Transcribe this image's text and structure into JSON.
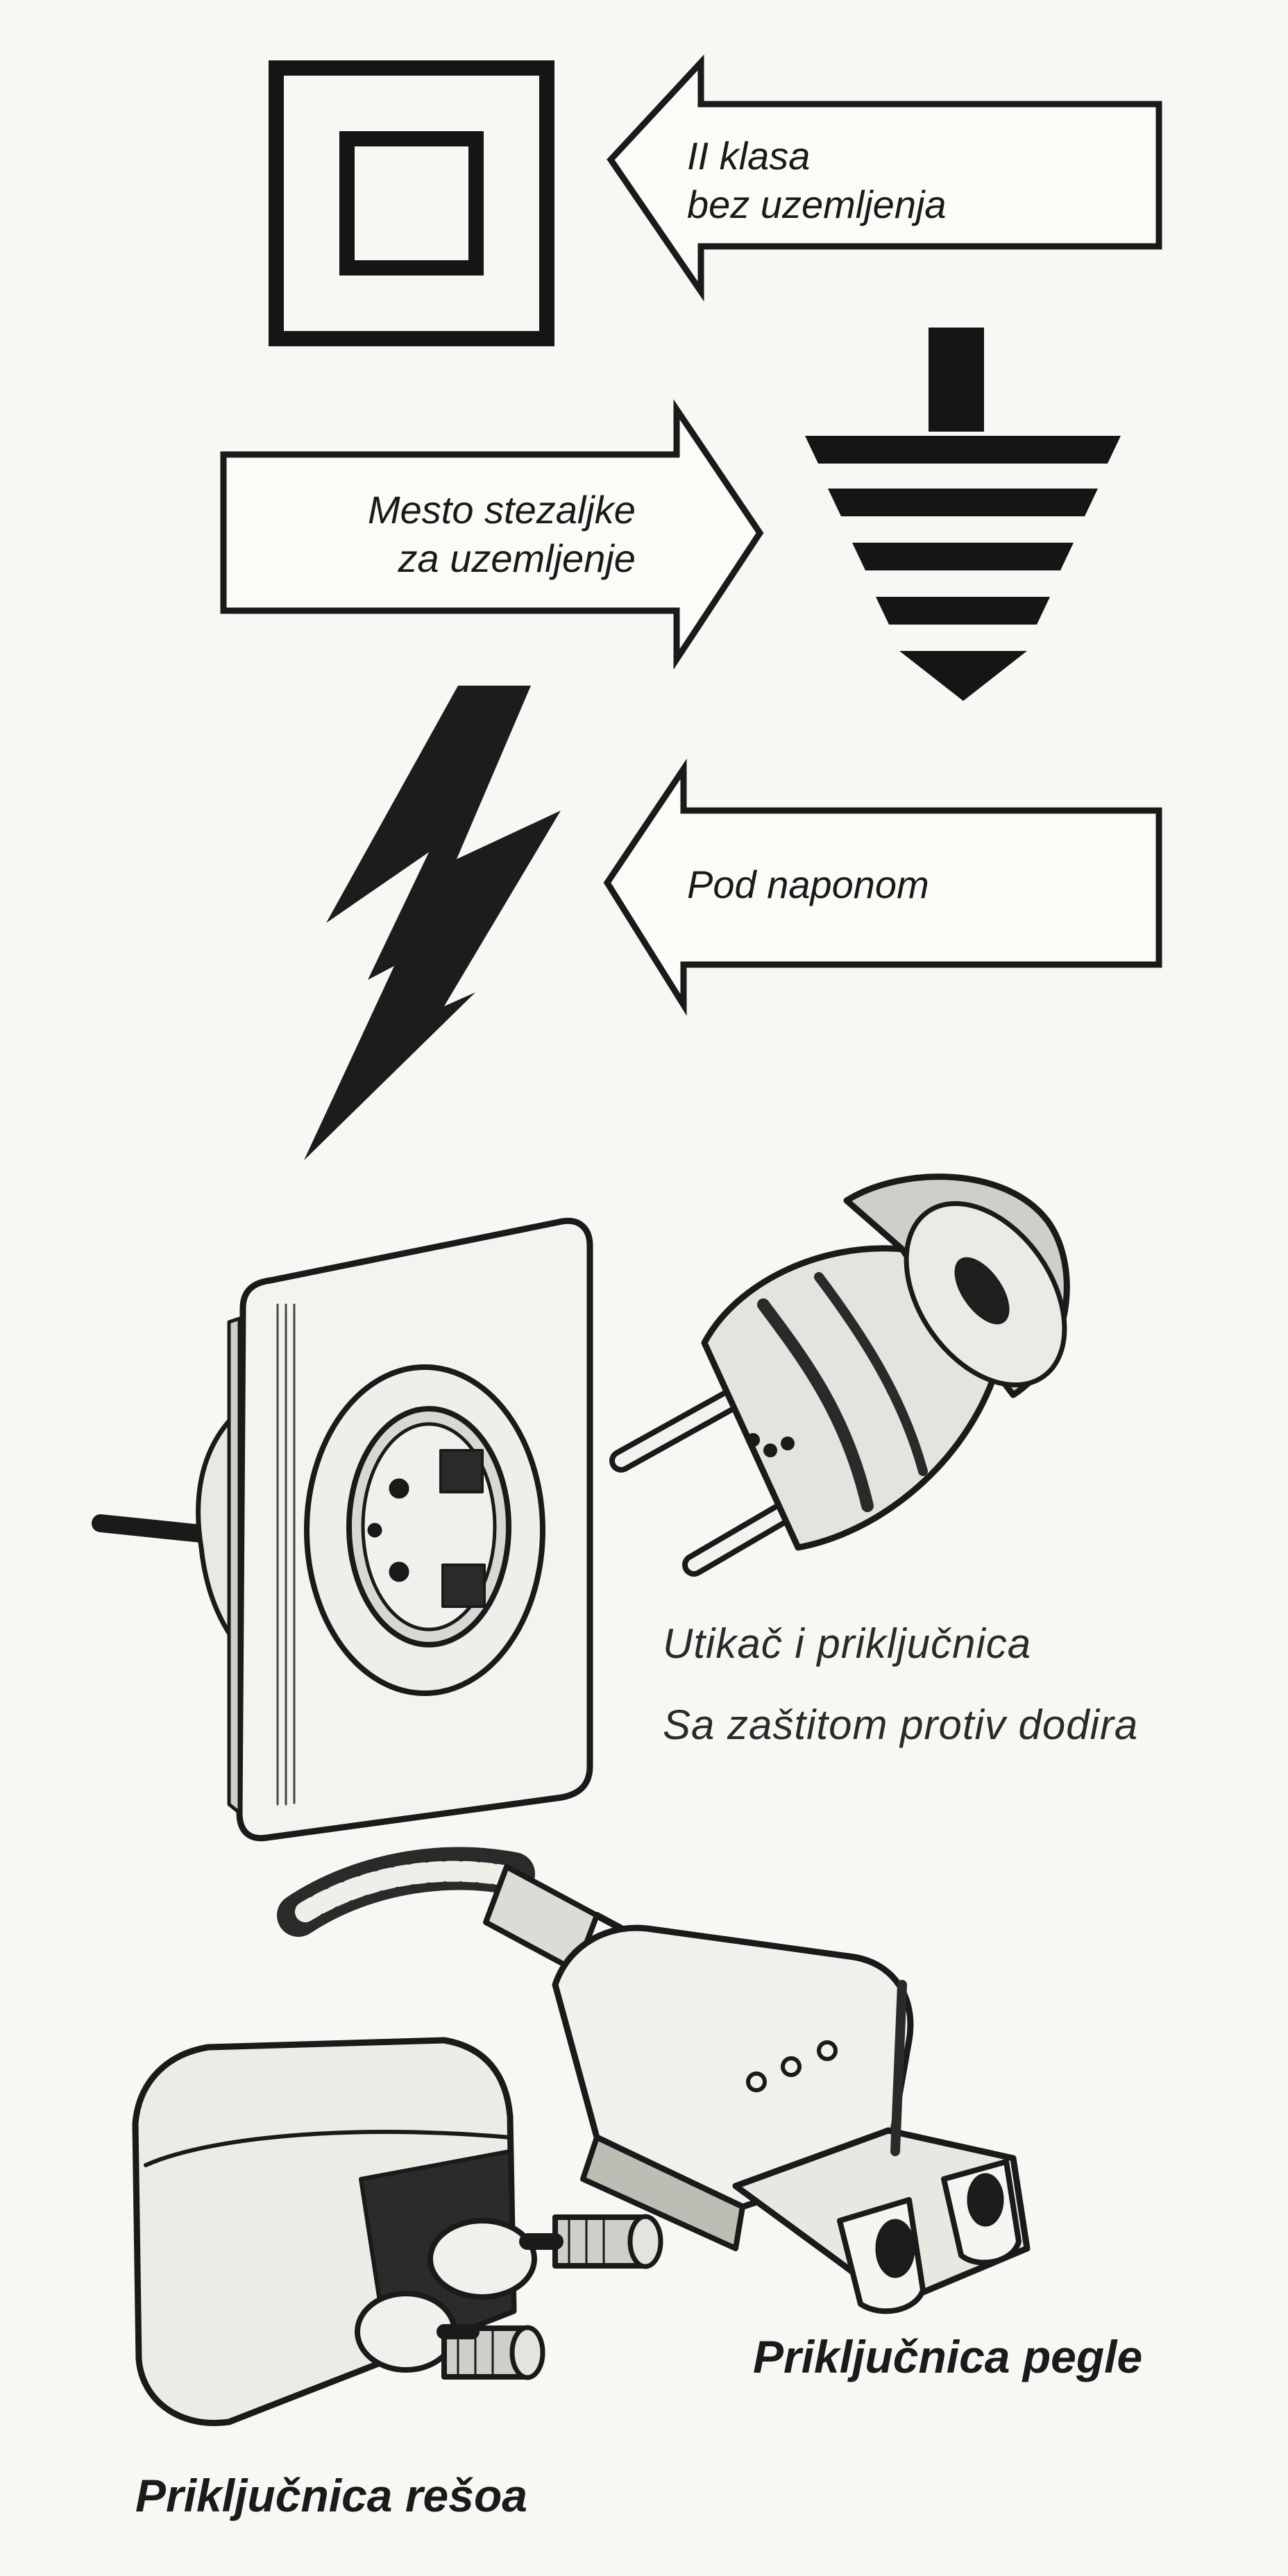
{
  "symbols": {
    "class_ii": {
      "line1": "II klasa",
      "line2": "bez uzemljenja"
    },
    "ground_terminal": {
      "line1": "Mesto stezaljke",
      "line2": "za uzemljenje"
    },
    "live_voltage": {
      "label": "Pod naponom"
    }
  },
  "illustrations": {
    "plug_and_socket": {
      "line1": "Utikač i priključnica",
      "line2": "Sa zaštitom protiv dodira"
    },
    "iron_connector": {
      "label": "Priključnica pegle"
    },
    "hotplate_connector": {
      "label": "Priključnica rešoa"
    }
  }
}
